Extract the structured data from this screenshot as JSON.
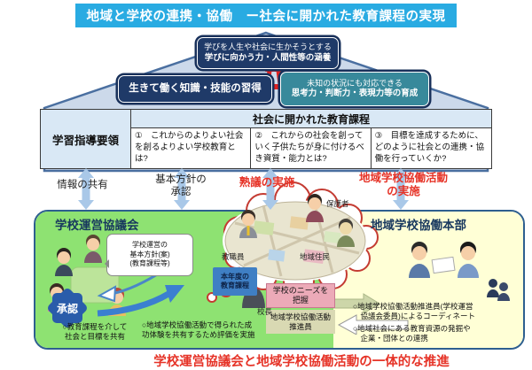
{
  "colors": {
    "title_bar_bg": "#29abe2",
    "house_fill": "#ccd9ea",
    "navy_box": "#1f3a68",
    "teal_box": "#38899b",
    "panel_green": "#8ee272",
    "panel_yellow": "#ffffd6",
    "red_accent": "#e63327",
    "arrow_blue": "#a9c8e8"
  },
  "title_bar": {
    "text": "地域と学校の連携・協働　ー社会に開かれた教育課程の実現"
  },
  "house": {
    "goal_top_line1": "学びを人生や社会に生かそうとする",
    "goal_top_line2": "学びに向かう力・人間性等の涵養",
    "goal_left": "生きて働く知識・技能の習得",
    "goal_right_line1": "未知の状況にも対応できる",
    "goal_right_line2": "思考力・判断力・表現力等の育成"
  },
  "table": {
    "row_header": "学習指導要領",
    "col_header": "社会に開かれた教育課程",
    "cells": [
      "①　これからのよりよい社会を創るよりよい学校教育とは?",
      "②　これからの社会を創っていく子供たちが身に付けるべき資質・能力とは?",
      "③　目標を達成するために、どのように社会との連携・協働を行っていくか?"
    ]
  },
  "flow": {
    "label_info": "情報の共有",
    "label_policy": "基本方針の\n承認",
    "label_jukugi": "熟議の実施",
    "label_katsudo": "地域学校協働活動\nの実施"
  },
  "left_panel": {
    "title": "学校運営協議会",
    "speech_bubble": "学校運営の\n基本方針(案)\n(教育課程等)",
    "approval_star": "承認",
    "note_share_goal": "○教育課程を介して\n社会と目標を共有",
    "note_evaluation": "○地域学校協働活動で得られた成\n功体験を共有するため評価を実施",
    "principal_label": "校長",
    "curriculum_box": "本年度の\n教育課程"
  },
  "center": {
    "parent_label": "保護者",
    "staff_label": "教職員",
    "resident_label": "地域住民",
    "needs_box": "学校のニーズを\n把握",
    "coordinator_box": "地域学校協働活動\n推進員"
  },
  "right_panel": {
    "title": "地域学校協働本部",
    "bullet_coordinate": "○地域学校協働活動推進員(学校運営\n　協議会委員)によるコーディネート",
    "bullet_resources": "○地域社会にある教育資源の発掘や\n　企業・団体との連携"
  },
  "footer": {
    "text": "学校運営協議会と地域学校協働活動の一体的な推進"
  }
}
